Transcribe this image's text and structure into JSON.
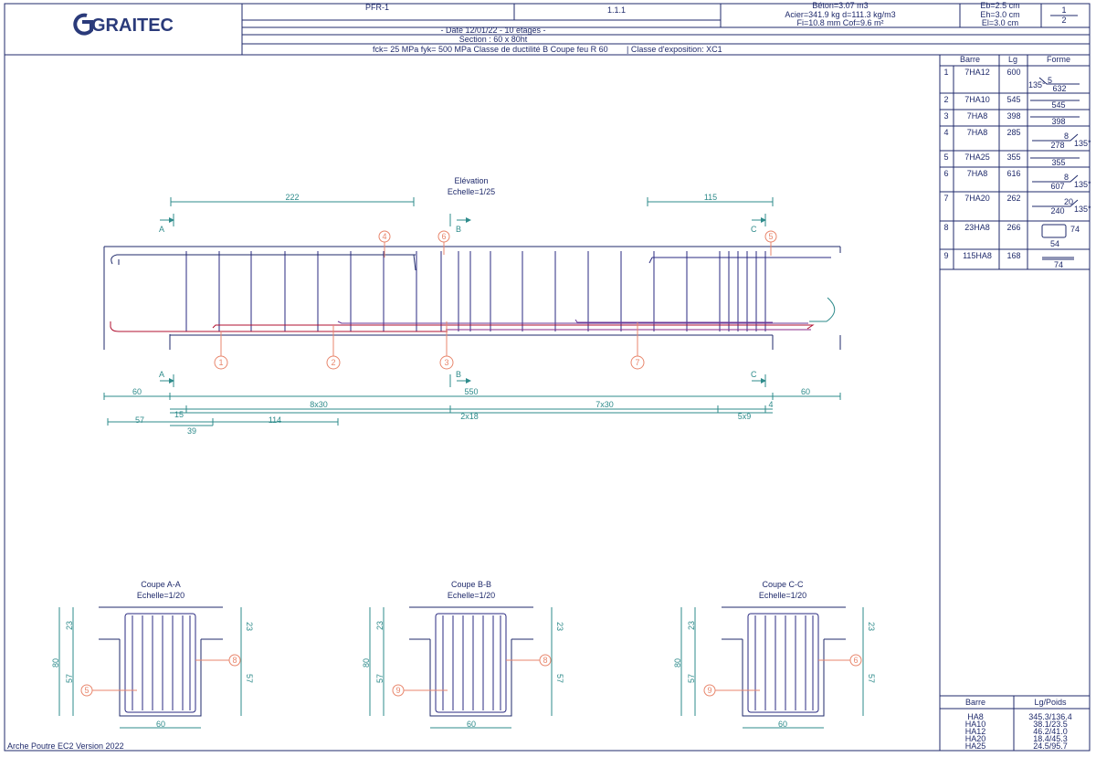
{
  "header": {
    "logo": "GRAITEC",
    "project_ref": "PFR-1",
    "element_ref": "1.1.1",
    "concrete": "Béton=3.07 m3",
    "steel": "Acier=341.9 kg d=111.3 kg/m3",
    "formwork": "Fi=10.8 mm Cof=9.6 m²",
    "cover_1": "Eb=2.5 cm",
    "cover_2": "Eh=3.0 cm",
    "cover_3": "El=3.0 cm",
    "sheet_num": "1",
    "sheet_total": "2",
    "date": "- Date 12/01/22 - 10 étages -",
    "section": "Section : 60 x 80ht",
    "materials": "fck= 25 MPa fyk= 500 MPa Classe de ductilité B Coupe feu R 60",
    "exposure": "| Classe d'exposition: XC1"
  },
  "elevation": {
    "title": "Elévation",
    "scale": "Echelle=1/25",
    "cut_a": "A",
    "cut_b": "B",
    "cut_c": "C",
    "dim_top_left": "222",
    "dim_top_right": "115",
    "markers_top": [
      "4",
      "6",
      "5"
    ],
    "markers_bottom": [
      "1",
      "2",
      "3",
      "7"
    ],
    "dim_60_left": "60",
    "dim_550": "550",
    "dim_60_right": "60",
    "dim_15": "15",
    "dim_8x30": "8x30",
    "dim_7x30": "7x30",
    "dim_4": "4",
    "dim_2x18": "2x18",
    "dim_5x9": "5x9",
    "dim_57": "57",
    "dim_114": "114",
    "dim_39": "39"
  },
  "sections": [
    {
      "title": "Coupe A-A",
      "scale": "Echelle=1/20",
      "h_total": "80",
      "h_top": "23",
      "h_bottom": "57",
      "width": "60",
      "bar_left": "5",
      "bar_right": "8"
    },
    {
      "title": "Coupe B-B",
      "scale": "Echelle=1/20",
      "h_total": "80",
      "h_top": "23",
      "h_bottom": "57",
      "width": "60",
      "bar_left": "9",
      "bar_right": "8"
    },
    {
      "title": "Coupe C-C",
      "scale": "Echelle=1/20",
      "h_total": "80",
      "h_top": "23",
      "h_bottom": "57",
      "width": "60",
      "bar_left": "9",
      "bar_right": "6"
    }
  ],
  "bar_table": {
    "headers": [
      "Barre",
      "Lg",
      "Forme"
    ],
    "rows": [
      {
        "num": "1",
        "bar": "7HA12",
        "lg": "600",
        "shape": "hook-left",
        "labels": [
          "135°",
          "5",
          "632"
        ]
      },
      {
        "num": "2",
        "bar": "7HA10",
        "lg": "545",
        "shape": "straight",
        "labels": [
          "545"
        ]
      },
      {
        "num": "3",
        "bar": "7HA8",
        "lg": "398",
        "shape": "straight",
        "labels": [
          "398"
        ]
      },
      {
        "num": "4",
        "bar": "7HA8",
        "lg": "285",
        "shape": "hook-right",
        "labels": [
          "8",
          "278",
          "135°"
        ]
      },
      {
        "num": "5",
        "bar": "7HA25",
        "lg": "355",
        "shape": "straight",
        "labels": [
          "355"
        ]
      },
      {
        "num": "6",
        "bar": "7HA8",
        "lg": "616",
        "shape": "hook-right",
        "labels": [
          "8",
          "607",
          "135°"
        ]
      },
      {
        "num": "7",
        "bar": "7HA20",
        "lg": "262",
        "shape": "hook-right",
        "labels": [
          "20",
          "240",
          "135°"
        ]
      },
      {
        "num": "8",
        "bar": "23HA8",
        "lg": "266",
        "shape": "stirrup",
        "labels": [
          "74",
          "54"
        ]
      },
      {
        "num": "9",
        "bar": "115HA8",
        "lg": "168",
        "shape": "pin",
        "labels": [
          "74"
        ]
      }
    ]
  },
  "summary": {
    "headers": [
      "Barre",
      "Lg/Poids"
    ],
    "rows": [
      {
        "bar": "HA8",
        "value": "345.3/136.4"
      },
      {
        "bar": "HA10",
        "value": "38.1/23.5"
      },
      {
        "bar": "HA12",
        "value": "46.2/41.0"
      },
      {
        "bar": "HA20",
        "value": "18.4/45.3"
      },
      {
        "bar": "HA25",
        "value": "24.5/95.7"
      }
    ]
  },
  "footer": {
    "version": "Arche Poutre EC2 Version 2022"
  },
  "colors": {
    "ink": "#1f2a6b",
    "dimension": "#2e8b8b",
    "marker": "#e8866c",
    "bar_red": "#b01030",
    "stirrup": "#2a2a80",
    "bar_purple": "#6a3a9a"
  }
}
